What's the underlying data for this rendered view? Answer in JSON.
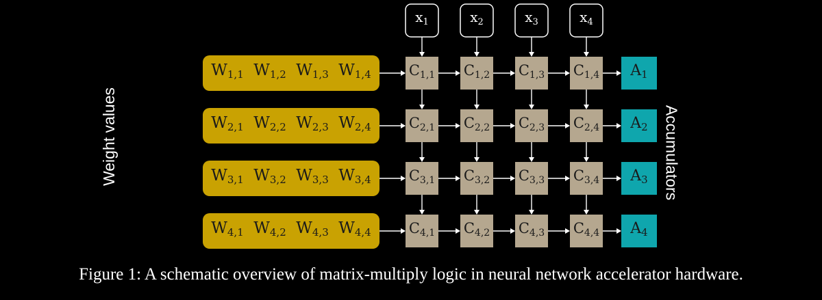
{
  "inputs": [
    {
      "base": "x",
      "sub": "1"
    },
    {
      "base": "x",
      "sub": "2"
    },
    {
      "base": "x",
      "sub": "3"
    },
    {
      "base": "x",
      "sub": "4"
    }
  ],
  "weight_rows": [
    [
      {
        "base": "W",
        "sub": "1,1"
      },
      {
        "base": "W",
        "sub": "1,2"
      },
      {
        "base": "W",
        "sub": "1,3"
      },
      {
        "base": "W",
        "sub": "1,4"
      }
    ],
    [
      {
        "base": "W",
        "sub": "2,1"
      },
      {
        "base": "W",
        "sub": "2,2"
      },
      {
        "base": "W",
        "sub": "2,3"
      },
      {
        "base": "W",
        "sub": "2,4"
      }
    ],
    [
      {
        "base": "W",
        "sub": "3,1"
      },
      {
        "base": "W",
        "sub": "3,2"
      },
      {
        "base": "W",
        "sub": "3,3"
      },
      {
        "base": "W",
        "sub": "3,4"
      }
    ],
    [
      {
        "base": "W",
        "sub": "4,1"
      },
      {
        "base": "W",
        "sub": "4,2"
      },
      {
        "base": "W",
        "sub": "4,3"
      },
      {
        "base": "W",
        "sub": "4,4"
      }
    ]
  ],
  "cells": [
    [
      {
        "base": "C",
        "sub": "1,1"
      },
      {
        "base": "C",
        "sub": "1,2"
      },
      {
        "base": "C",
        "sub": "1,3"
      },
      {
        "base": "C",
        "sub": "1,4"
      }
    ],
    [
      {
        "base": "C",
        "sub": "2,1"
      },
      {
        "base": "C",
        "sub": "2,2"
      },
      {
        "base": "C",
        "sub": "2,3"
      },
      {
        "base": "C",
        "sub": "2,4"
      }
    ],
    [
      {
        "base": "C",
        "sub": "3,1"
      },
      {
        "base": "C",
        "sub": "3,2"
      },
      {
        "base": "C",
        "sub": "3,3"
      },
      {
        "base": "C",
        "sub": "3,4"
      }
    ],
    [
      {
        "base": "C",
        "sub": "4,1"
      },
      {
        "base": "C",
        "sub": "4,2"
      },
      {
        "base": "C",
        "sub": "4,3"
      },
      {
        "base": "C",
        "sub": "4,4"
      }
    ]
  ],
  "accumulators": [
    {
      "base": "A",
      "sub": "1"
    },
    {
      "base": "A",
      "sub": "2"
    },
    {
      "base": "A",
      "sub": "3"
    },
    {
      "base": "A",
      "sub": "4"
    }
  ],
  "labels": {
    "weight_axis": "Weight values",
    "accumulator_axis": "Accumulators"
  },
  "caption": "Figure 1: A schematic overview of matrix-multiply logic in neural network accelerator hardware.",
  "colors": {
    "background": "#000000",
    "weight_fill": "#c9a202",
    "cell_fill": "#b5a78f",
    "accumulator_fill": "#0fa6ad",
    "input_stroke": "#ffffff",
    "arrow": "#ffffff",
    "text_dark": "#1a1a1a",
    "text_light": "#ffffff"
  }
}
